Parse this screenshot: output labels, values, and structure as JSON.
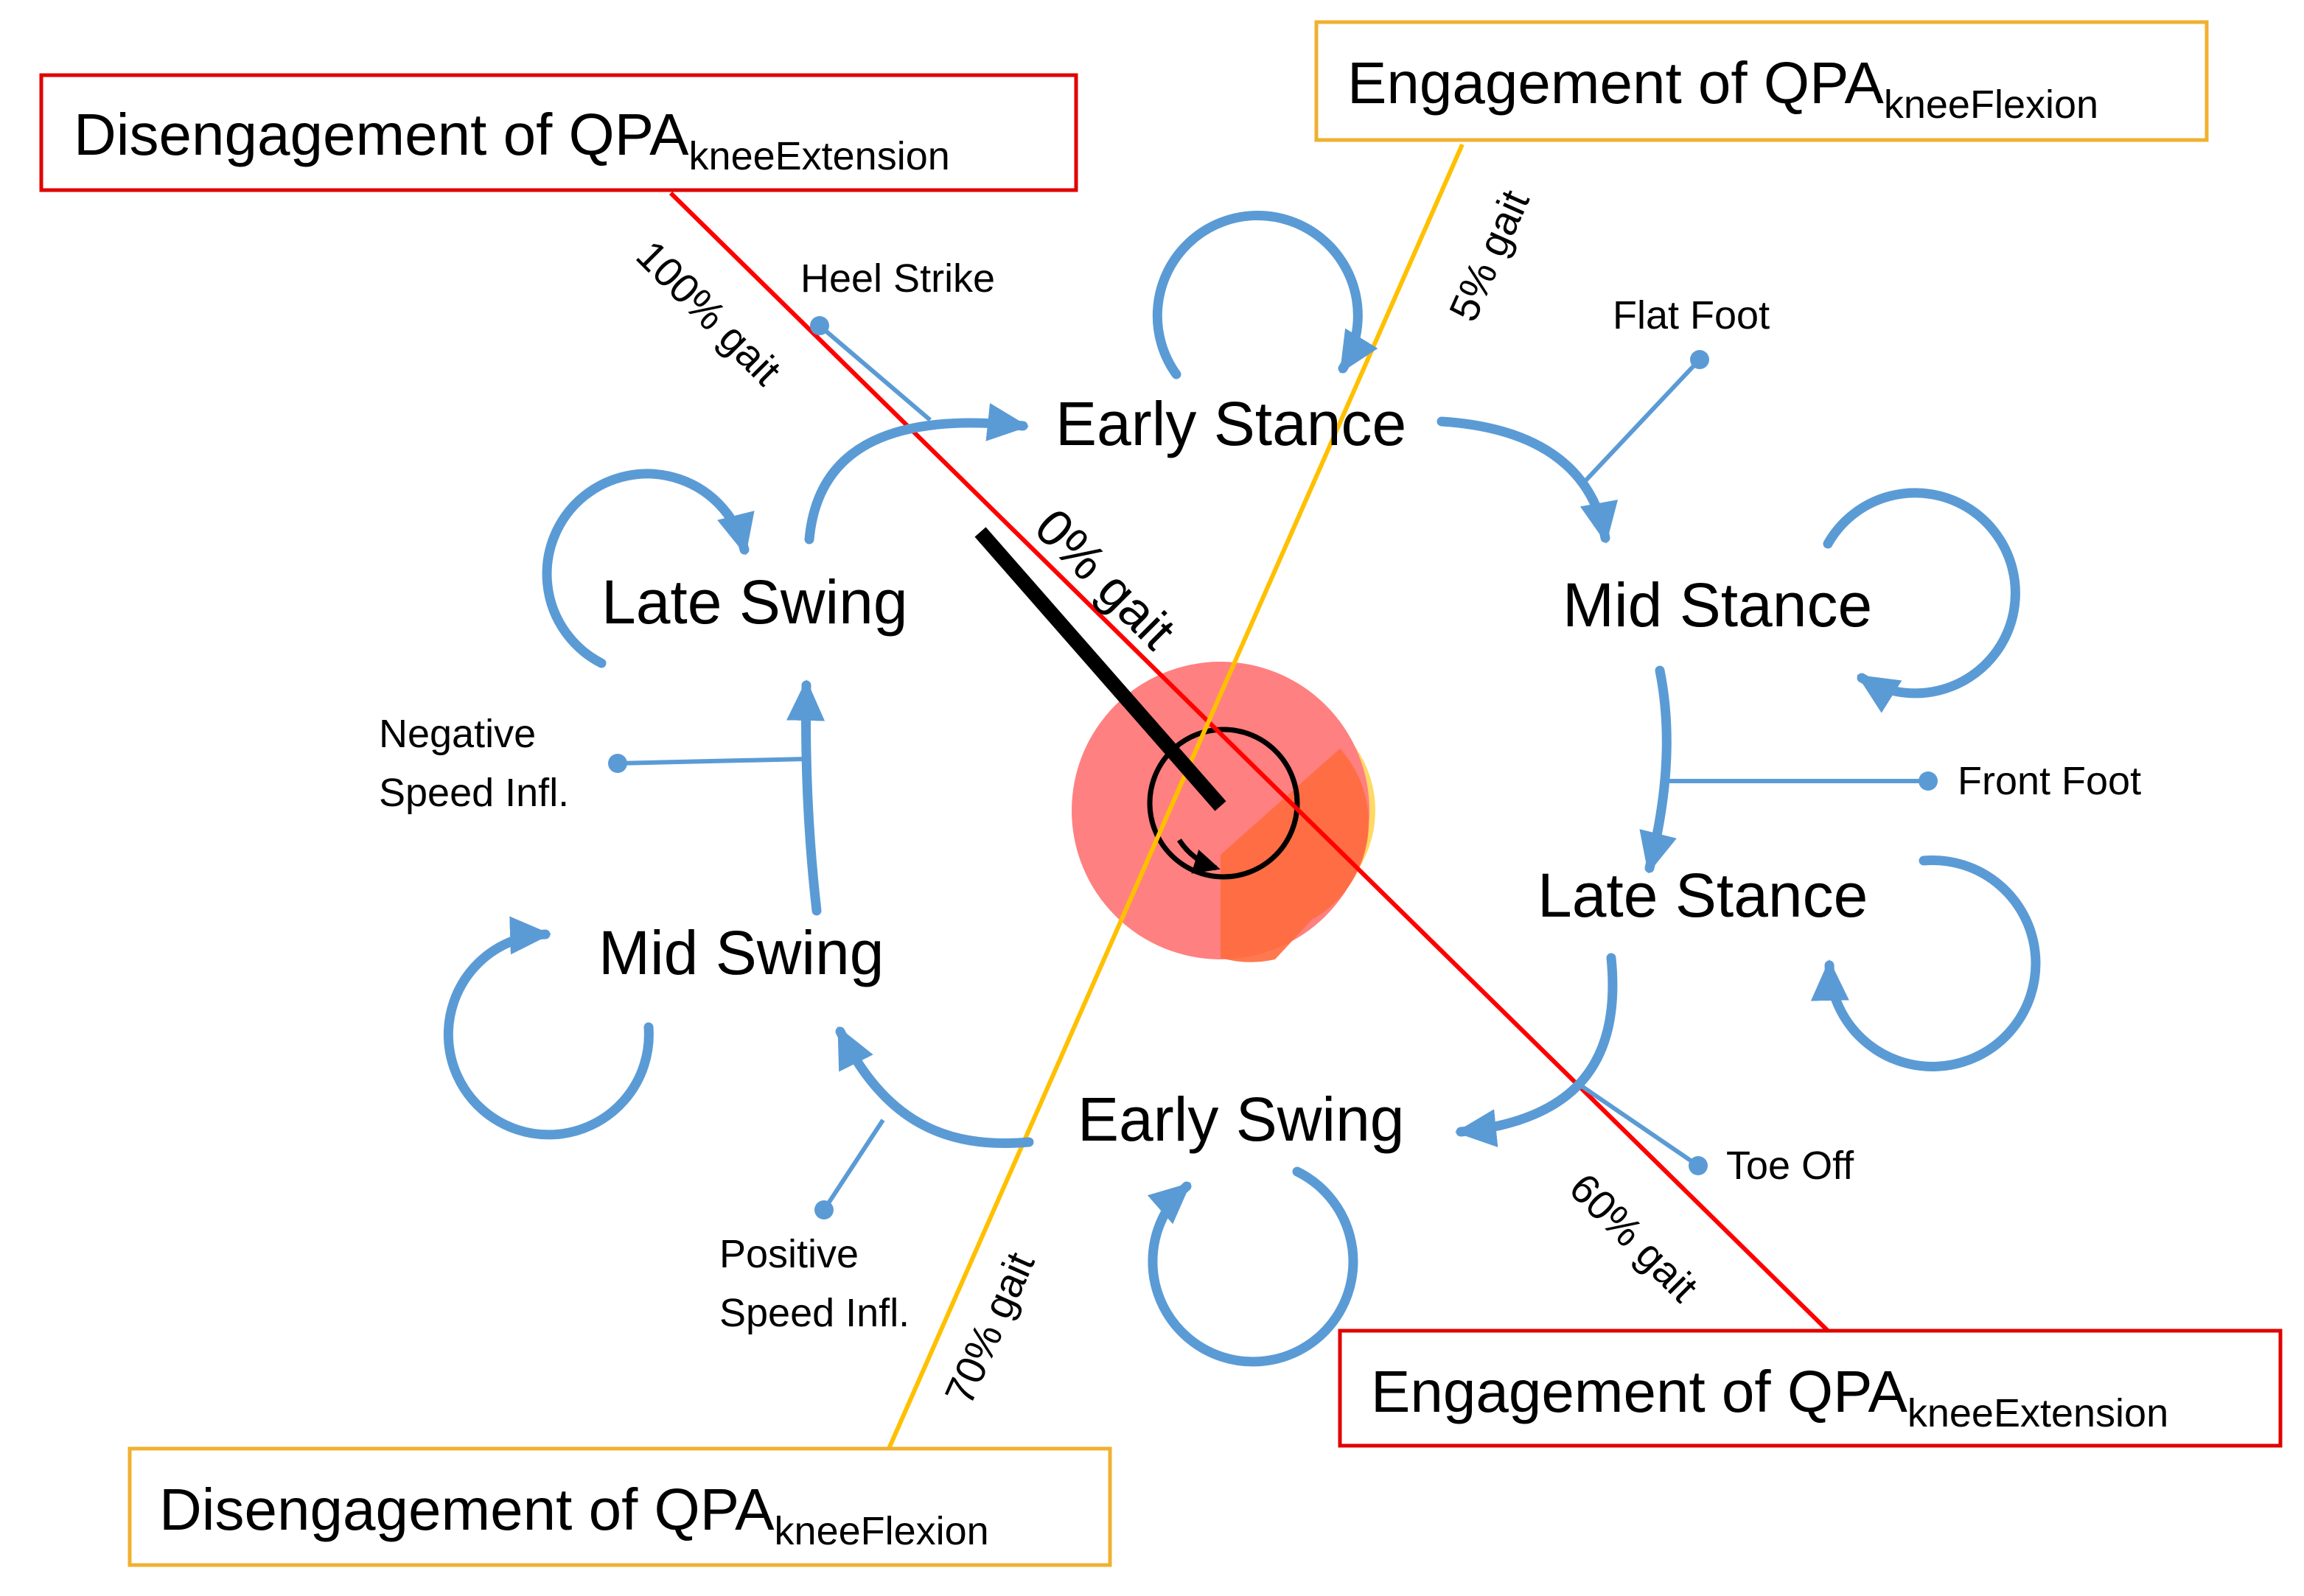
{
  "colors": {
    "flow_arrow": "#5b9bd5",
    "extension_line": "#ff0000",
    "flexion_line": "#ffc000",
    "extension_box_border": "#e00000",
    "flexion_box_border": "#f0b030",
    "center_red": "#ff8080",
    "center_yellow": "#ffd966",
    "center_overlap": "#ff6a3d"
  },
  "states": {
    "early_stance": "Early Stance",
    "mid_stance": "Mid Stance",
    "late_stance": "Late Stance",
    "early_swing": "Early Swing",
    "mid_swing": "Mid Swing",
    "late_swing": "Late Swing"
  },
  "events": {
    "heel_strike": "Heel Strike",
    "flat_foot": "Flat Foot",
    "front_foot": "Front Foot",
    "toe_off": "Toe Off",
    "negative_speed": [
      "Negative",
      "Speed Infl."
    ],
    "positive_speed": [
      "Positive",
      "Speed Infl."
    ]
  },
  "gait_labels": {
    "g0": "0% gait",
    "g5": "5% gait",
    "g60": "60% gait",
    "g70": "70% gait",
    "g100": "100% gait"
  },
  "boxes": {
    "disengage_ext": {
      "main": "Disengagement of QPA",
      "sub": "kneeExtension"
    },
    "engage_flex": {
      "main": "Engagement of QPA",
      "sub": "kneeFlexion"
    },
    "engage_ext": {
      "main": "Engagement of QPA",
      "sub": "kneeExtension"
    },
    "disengage_flex": {
      "main": "Disengagement of QPA",
      "sub": "kneeFlexion"
    }
  }
}
